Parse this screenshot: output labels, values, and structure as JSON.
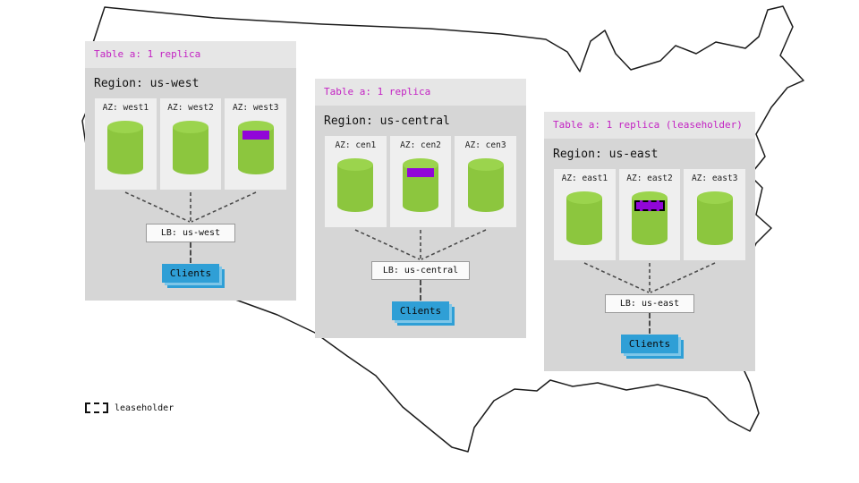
{
  "legend": {
    "label": "leaseholder"
  },
  "colors": {
    "accent_magenta": "#c322c3",
    "replica_purple": "#9106d8",
    "cylinder_green": "#8cc63e",
    "clients_blue": "#2f9fd6",
    "panel_gray": "#d6d6d6"
  },
  "regions": [
    {
      "table_label": "Table a: 1 replica",
      "region_label": "Region: us-west",
      "azs": [
        {
          "label": "AZ: west1",
          "replica": false,
          "leaseholder": false
        },
        {
          "label": "AZ: west2",
          "replica": false,
          "leaseholder": false
        },
        {
          "label": "AZ: west3",
          "replica": true,
          "leaseholder": false
        }
      ],
      "lb_label": "LB: us-west",
      "clients_label": "Clients"
    },
    {
      "table_label": "Table a: 1 replica",
      "region_label": "Region: us-central",
      "azs": [
        {
          "label": "AZ: cen1",
          "replica": false,
          "leaseholder": false
        },
        {
          "label": "AZ: cen2",
          "replica": true,
          "leaseholder": false
        },
        {
          "label": "AZ: cen3",
          "replica": false,
          "leaseholder": false
        }
      ],
      "lb_label": "LB: us-central",
      "clients_label": "Clients"
    },
    {
      "table_label": "Table a: 1 replica (leaseholder)",
      "region_label": "Region: us-east",
      "azs": [
        {
          "label": "AZ: east1",
          "replica": false,
          "leaseholder": false
        },
        {
          "label": "AZ: east2",
          "replica": true,
          "leaseholder": true
        },
        {
          "label": "AZ: east3",
          "replica": false,
          "leaseholder": false
        }
      ],
      "lb_label": "LB: us-east",
      "clients_label": "Clients"
    }
  ]
}
